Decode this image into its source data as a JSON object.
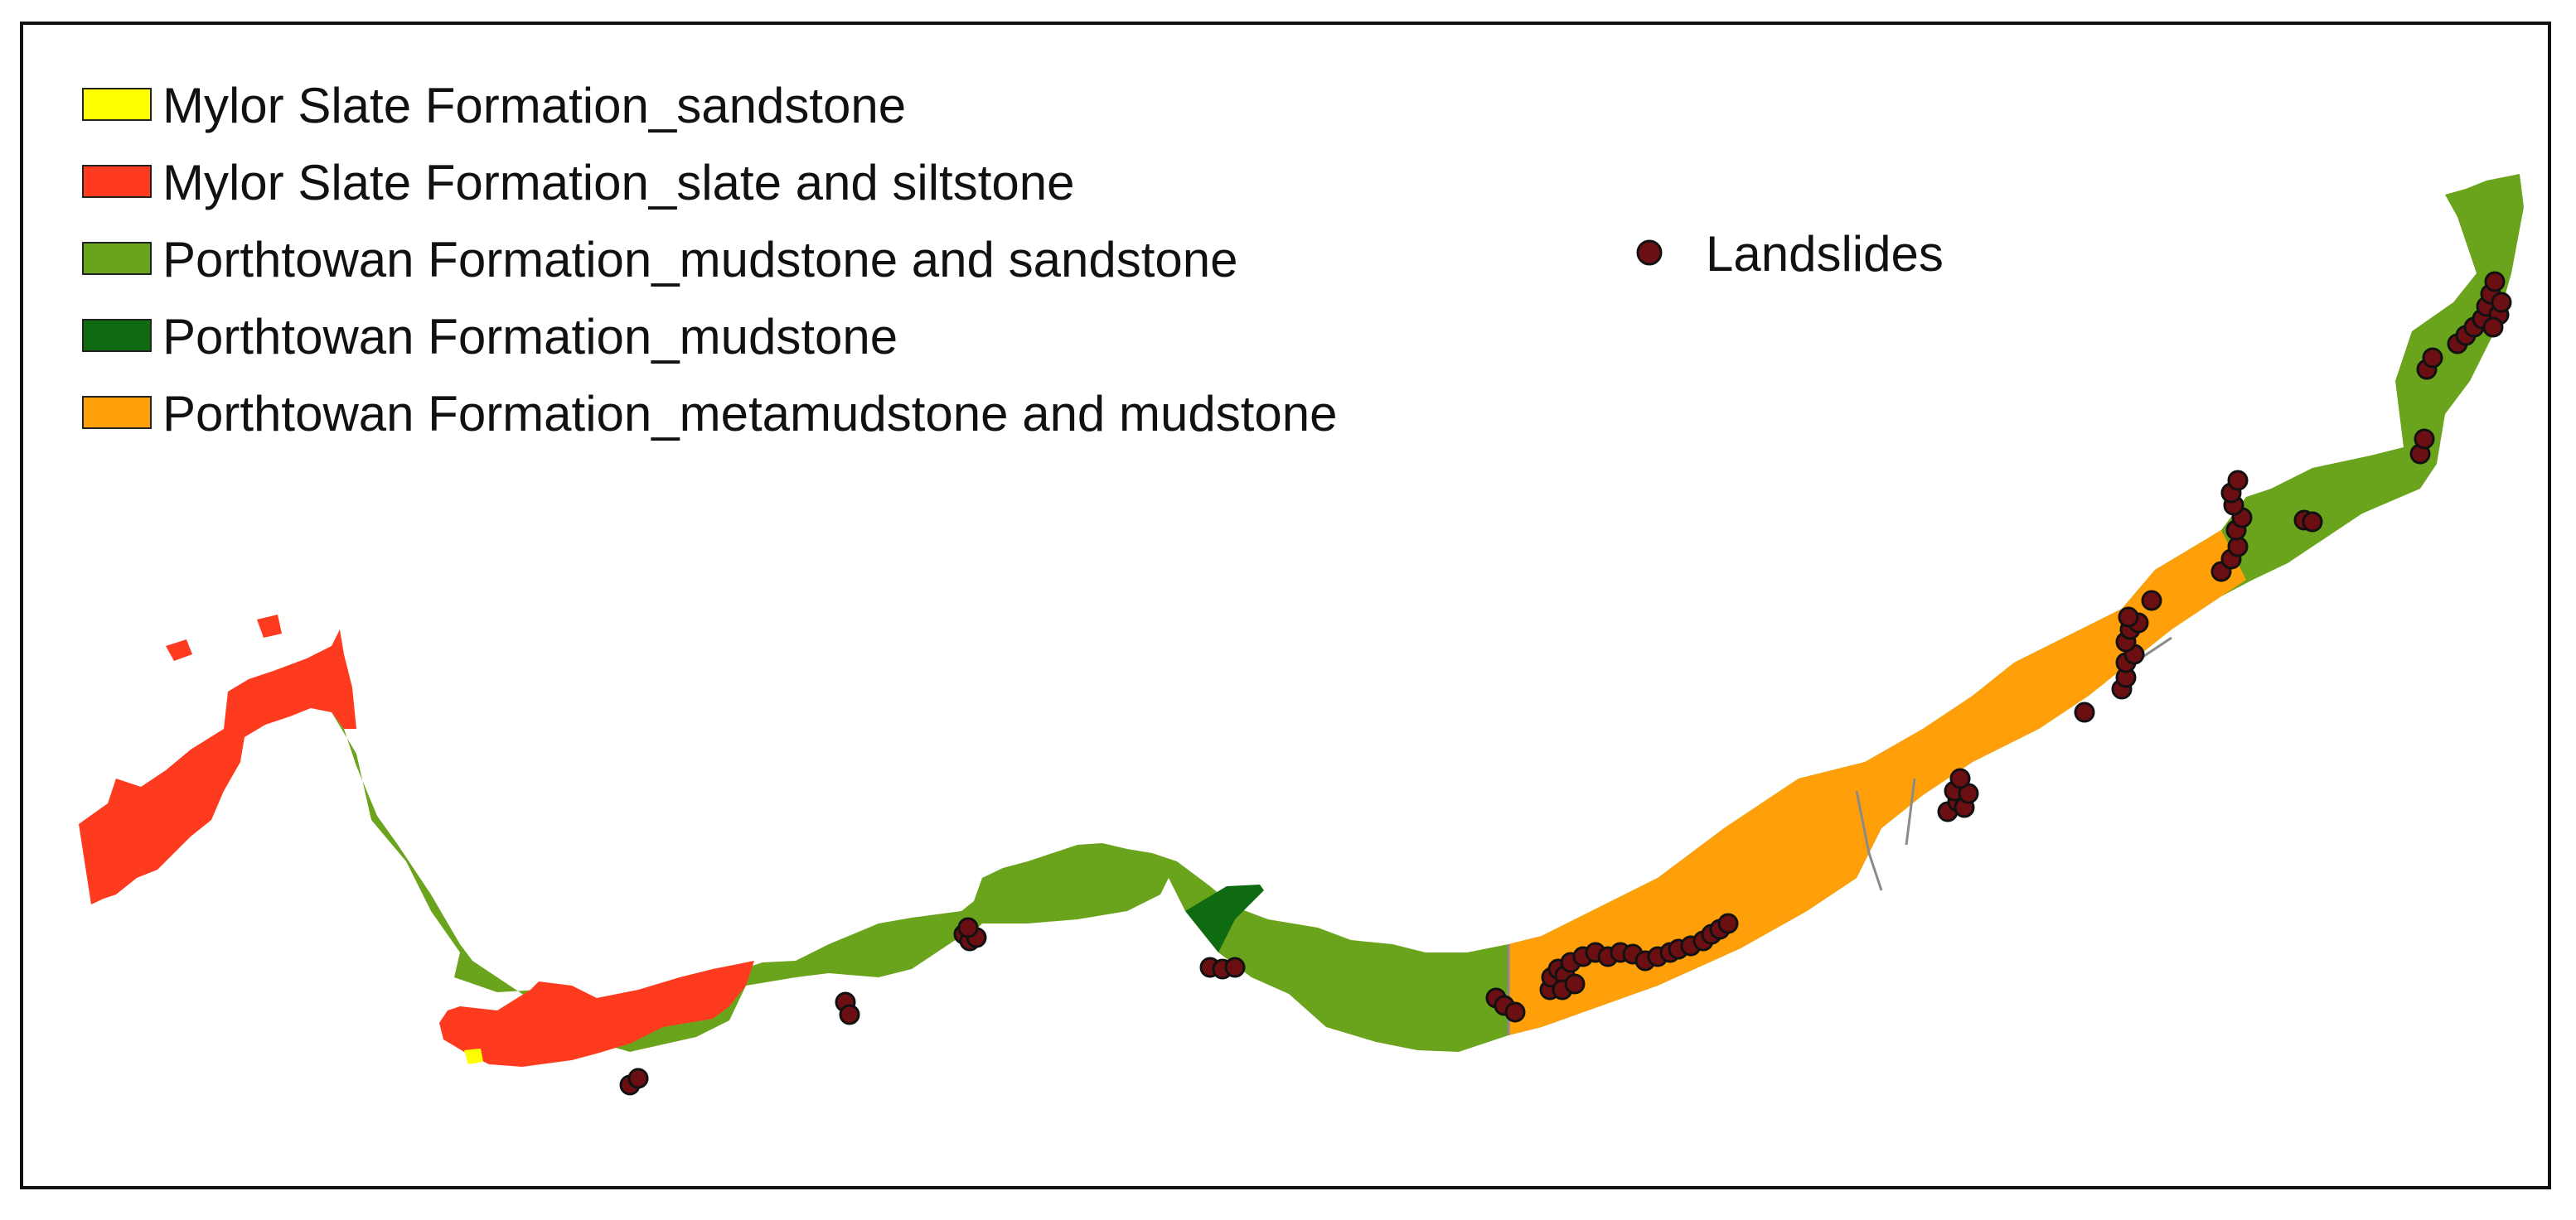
{
  "legend": {
    "items": [
      {
        "id": "mylor-sandstone",
        "label": "Mylor Slate Formation_sandstone",
        "color": "#ffff00"
      },
      {
        "id": "mylor-slate",
        "label": "Mylor Slate Formation_slate and siltstone",
        "color": "#ff3b1f"
      },
      {
        "id": "porthtowan-mud-sand",
        "label": "Porthtowan Formation_mudstone and sandstone",
        "color": "#6aa31c"
      },
      {
        "id": "porthtowan-mudstone",
        "label": "Porthtowan Formation_mudstone",
        "color": "#0f6b12"
      },
      {
        "id": "porthtowan-meta",
        "label": "Porthtowan Formation_metamudstone and mudstone",
        "color": "#ff9f0a"
      }
    ]
  },
  "landslides": {
    "label": "Landslides",
    "color": "#6b0f12"
  }
}
